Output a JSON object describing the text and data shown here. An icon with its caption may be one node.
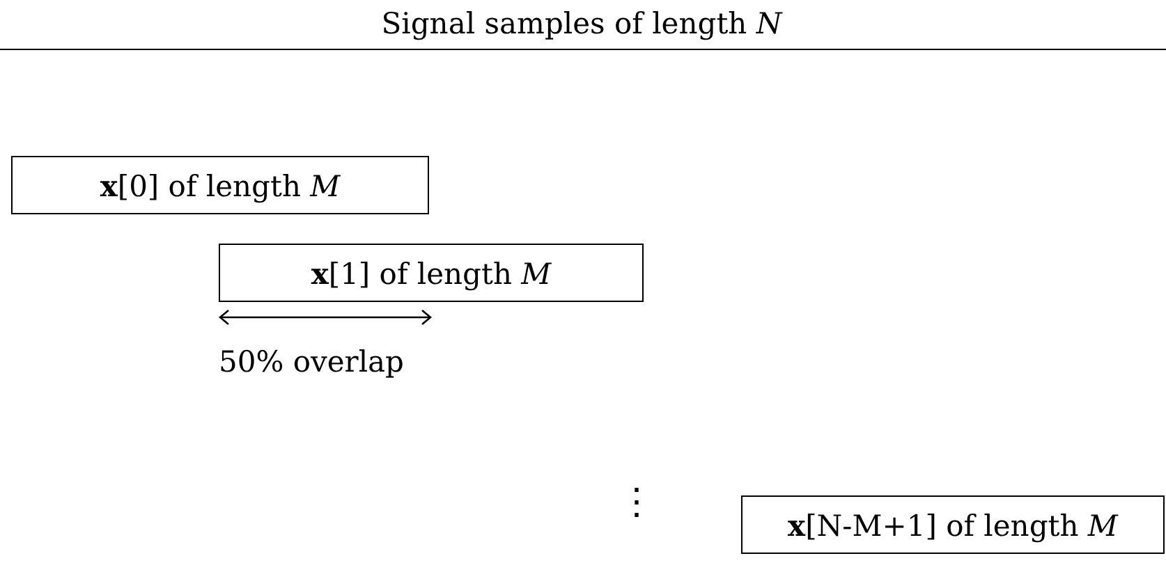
{
  "diagram": {
    "nodes": [
      {
        "text": [
          "Signal samples of length *N*"
        ]
      },
      {
        "text": [
          "**x**[0] of length *M*"
        ]
      },
      {
        "text": [
          "**x**[1] of length *M*"
        ]
      },
      {
        "text": [
          "**x**[N-M+1] of length *M*"
        ]
      }
    ],
    "labels": [
      "50% overlap",
      "⋮"
    ]
  }
}
